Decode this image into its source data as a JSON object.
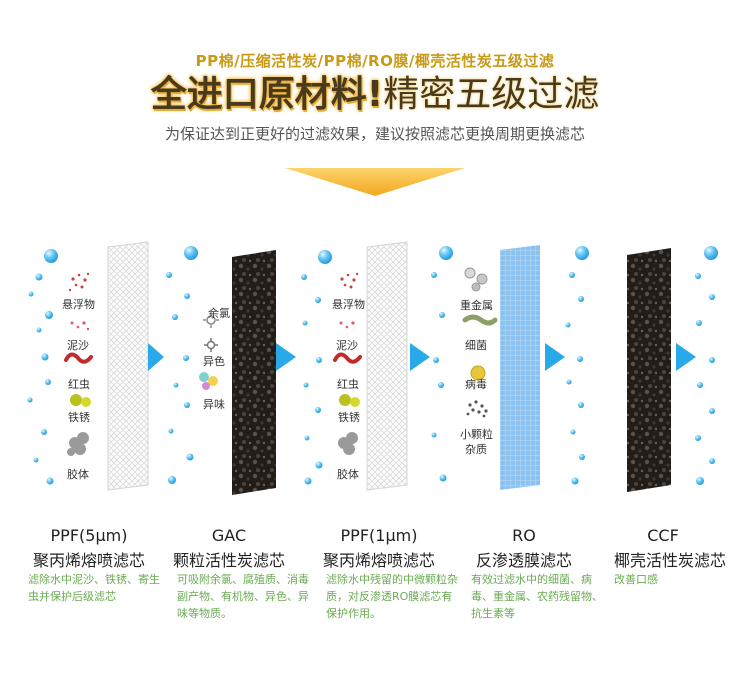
{
  "header": {
    "subtitle": "PP棉/压缩活性炭/PP棉/RO膜/椰壳活性炭五级过滤",
    "headline_bold": "全进口原材料!",
    "headline_light": "精密五级过滤",
    "note": "为保证达到正更好的过滤效果，建议按照滤芯更换周期更换滤芯"
  },
  "stages": [
    {
      "code": "PPF(5μm)",
      "name": "聚丙烯熔喷滤芯",
      "desc": "滤除水中泥沙、铁锈、寄生虫并保护后级滤芯",
      "impurities": [
        "悬浮物",
        "泥沙",
        "红虫",
        "铁锈",
        "胶体"
      ]
    },
    {
      "code": "GAC",
      "name": "颗粒活性炭滤芯",
      "desc": "可吸附余氯、腐殖质、消毒副产物、有机物、异色、异味等物质。",
      "impurities": [
        "余氯",
        "异色",
        "异味"
      ]
    },
    {
      "code": "PPF(1μm)",
      "name": "聚丙烯熔喷滤芯",
      "desc": "滤除水中残留的中微颗粒杂质，对反渗透RO膜滤芯有保护作用。",
      "impurities": [
        "悬浮物",
        "泥沙",
        "红虫",
        "铁锈",
        "胶体"
      ]
    },
    {
      "code": "RO",
      "name": "反渗透膜滤芯",
      "desc": "有效过滤水中的细菌、病毒、重金属、农药残留物、抗生素等",
      "impurities": [
        "重金属",
        "细菌",
        "病毒",
        "小颗粒",
        "杂质"
      ]
    },
    {
      "code": "CCF",
      "name": "椰壳活性炭滤芯",
      "desc": "改善口感",
      "impurities": []
    }
  ],
  "colors": {
    "accent_gold": "#c99a16",
    "desc_green": "#6aab52",
    "arrow_blue": "#29a9e8",
    "chevron": "#f6b533"
  }
}
